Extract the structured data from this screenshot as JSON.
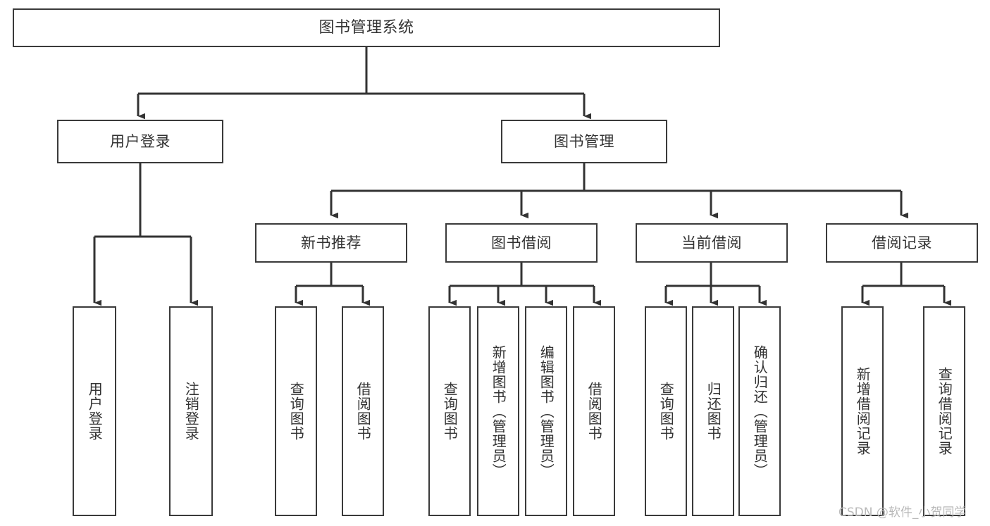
{
  "diagram": {
    "type": "tree-hierarchy",
    "title": "图书管理系统",
    "orientation": "top-down",
    "colors": {
      "box_border": "#3a3a3a",
      "box_fill": "#ffffff",
      "edge": "#333333",
      "text": "#333333",
      "watermark": "#b9b9b9"
    },
    "watermark": "CSDN @软件_小贺同学",
    "levels": {
      "level1": [
        {
          "id": "root",
          "label": "图书管理系统"
        }
      ],
      "level2": [
        {
          "id": "user-login",
          "label": "用户登录"
        },
        {
          "id": "book-management",
          "label": "图书管理"
        }
      ],
      "level3": [
        {
          "id": "new-book-recommend",
          "label": "新书推荐"
        },
        {
          "id": "book-borrow",
          "label": "图书借阅"
        },
        {
          "id": "current-borrow",
          "label": "当前借阅"
        },
        {
          "id": "borrow-record",
          "label": "借阅记录"
        }
      ],
      "leaves": [
        {
          "id": "leaf-user-login",
          "label": "用户登录",
          "parent": "user-login"
        },
        {
          "id": "leaf-user-logout",
          "label": "注销登录",
          "parent": "user-login"
        },
        {
          "id": "leaf-query-book-1",
          "label": "查询图书",
          "parent": "new-book-recommend"
        },
        {
          "id": "leaf-borrow-book-1",
          "label": "借阅图书",
          "parent": "new-book-recommend"
        },
        {
          "id": "leaf-query-book-2",
          "label": "查询图书",
          "parent": "book-borrow"
        },
        {
          "id": "leaf-add-book",
          "label": "新增图书（管理员）",
          "parent": "book-borrow"
        },
        {
          "id": "leaf-edit-book",
          "label": "编辑图书（管理员）",
          "parent": "book-borrow"
        },
        {
          "id": "leaf-borrow-book-2",
          "label": "借阅图书",
          "parent": "book-borrow"
        },
        {
          "id": "leaf-query-book-3",
          "label": "查询图书",
          "parent": "current-borrow"
        },
        {
          "id": "leaf-return-book",
          "label": "归还图书",
          "parent": "current-borrow"
        },
        {
          "id": "leaf-confirm-return",
          "label": "确认归还（管理员）",
          "parent": "current-borrow"
        },
        {
          "id": "leaf-add-record",
          "label": "新增借阅记录",
          "parent": "borrow-record"
        },
        {
          "id": "leaf-query-record",
          "label": "查询借阅记录",
          "parent": "borrow-record"
        }
      ]
    }
  }
}
